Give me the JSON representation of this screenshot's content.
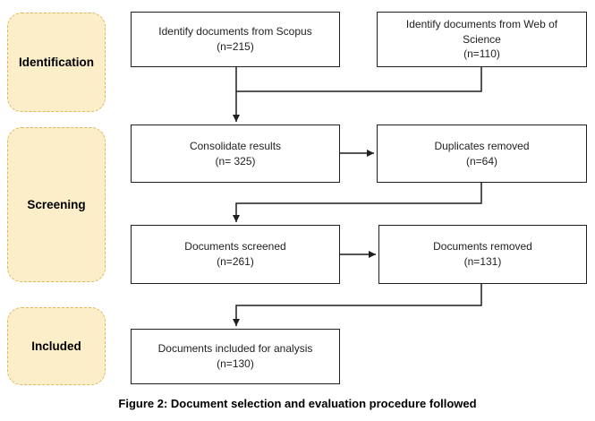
{
  "diagram": {
    "stages": [
      {
        "label": "Identification"
      },
      {
        "label": "Screening"
      },
      {
        "label": "Included"
      }
    ],
    "flow_boxes": [
      {
        "id": "scopus",
        "title": "Identify documents from Scopus",
        "count": "(n=215)"
      },
      {
        "id": "wos",
        "title": "Identify documents from Web of Science",
        "count": "(n=110)"
      },
      {
        "id": "consolidate",
        "title": "Consolidate results",
        "count": "(n= 325)"
      },
      {
        "id": "duplicates",
        "title": "Duplicates removed",
        "count": "(n=64)"
      },
      {
        "id": "screened",
        "title": "Documents screened",
        "count": "(n=261)"
      },
      {
        "id": "removed",
        "title": "Documents removed",
        "count": "(n=131)"
      },
      {
        "id": "included",
        "title": "Documents included for analysis",
        "count": "(n=130)"
      }
    ],
    "caption": "Figure 2: Document selection and evaluation procedure followed",
    "colors": {
      "stage_fill": "#FBEEC9",
      "stage_border": "#DEB95C",
      "box_fill": "#FFFFFF",
      "box_border": "#1F1F1F",
      "connector": "#1F1F1F",
      "text": "#1F1F1F"
    }
  }
}
